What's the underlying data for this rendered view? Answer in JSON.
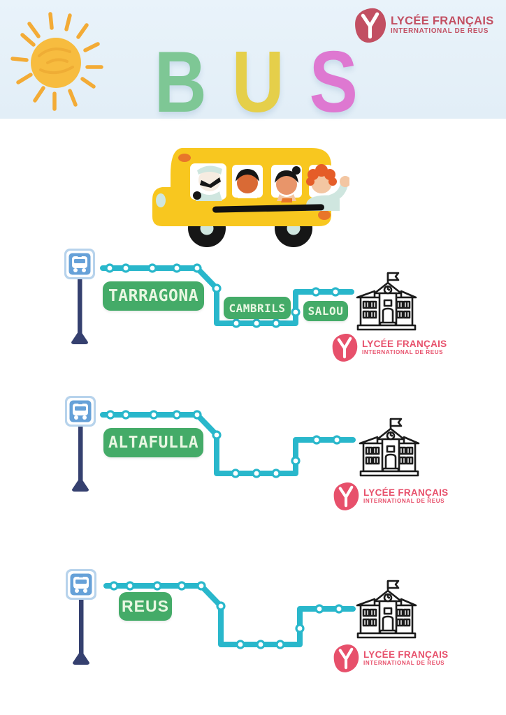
{
  "header": {
    "background": "#e7f1f8",
    "title_letters": [
      {
        "char": "B",
        "color": "#7ec795"
      },
      {
        "char": "U",
        "color": "#e5cf4a"
      },
      {
        "char": "S",
        "color": "#de78d1"
      }
    ]
  },
  "logo": {
    "line1": "LYCÉE FRANÇAIS",
    "line2": "INTERNATIONAL DE REUS",
    "header_color": "#c24f62",
    "route_color": "#e7506b"
  },
  "routes": [
    {
      "id": "tarragona",
      "stop_labels": [
        "TARRAGONA",
        "CAMBRILS",
        "SALOU"
      ]
    },
    {
      "id": "altafulla",
      "stop_labels": [
        "ALTAFULLA"
      ]
    },
    {
      "id": "reus",
      "stop_labels": [
        "REUS"
      ]
    }
  ],
  "colors": {
    "route_line": "#29b7cb",
    "stop_label_bg": "#44ab68",
    "stop_label_text": "#e9f7e2",
    "sign_blue": "#66a1d8",
    "pole_navy": "#35406f",
    "bus_yellow": "#f8c71f",
    "sun_yellow": "#f7bc3f",
    "school_line": "#1c1c1c"
  }
}
